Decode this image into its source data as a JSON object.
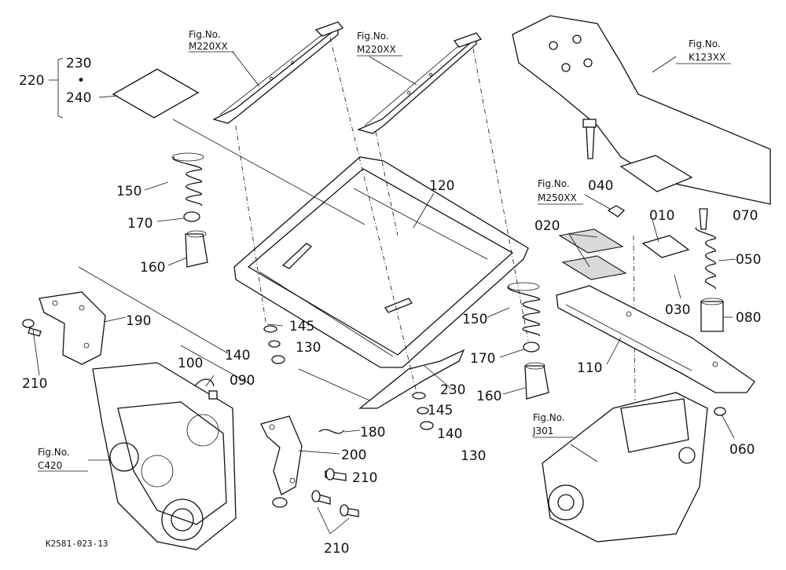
{
  "diagram_code": "K2581-023-13",
  "figure_refs": [
    {
      "prefix": "Fig.No.",
      "number": "M220XX"
    },
    {
      "prefix": "Fig.No.",
      "number": "M220XX"
    },
    {
      "prefix": "Fig.No.",
      "number": "K123XX"
    },
    {
      "prefix": "Fig.No.",
      "number": "M250XX"
    },
    {
      "prefix": "Fig.No.",
      "number": "C420"
    },
    {
      "prefix": "Fig.No.",
      "number": "J301"
    }
  ],
  "group_label": {
    "main": "220",
    "upper": "230",
    "dot": "•",
    "lower": "240"
  },
  "part_labels": {
    "p010": "010",
    "p020": "020",
    "p030": "030",
    "p040": "040",
    "p050": "050",
    "p060": "060",
    "p070": "070",
    "p080": "080",
    "p090": "090",
    "p100": "100",
    "p110": "110",
    "p120": "120",
    "p130a": "130",
    "p130b": "130",
    "p140a": "140",
    "p140b": "140",
    "p145a": "145",
    "p145b": "145",
    "p150a": "150",
    "p150b": "150",
    "p160a": "160",
    "p160b": "160",
    "p170a": "170",
    "p170b": "170",
    "p180": "180",
    "p190": "190",
    "p200": "200",
    "p210a": "210",
    "p210b": "210",
    "p210c": "210",
    "p230": "230"
  }
}
